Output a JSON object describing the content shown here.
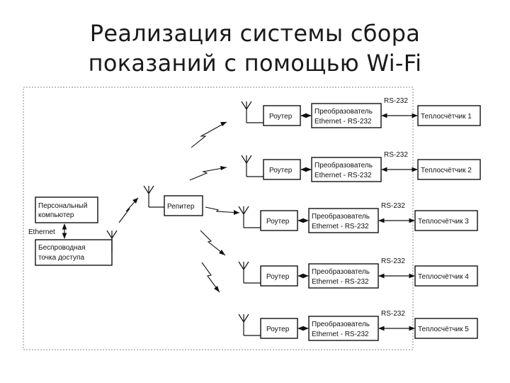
{
  "title": {
    "line1": "Реализация системы сбора",
    "line2": "показаний с помощью Wi-Fi"
  },
  "diagram": {
    "pc": {
      "line1": "Персональный",
      "line2": "компьютер"
    },
    "ethernet_label": "Ethernet",
    "access_point": {
      "line1": "Беспроводная",
      "line2": "точка доступа"
    },
    "repeater": "Репитер",
    "branches": [
      {
        "router": "Роутер",
        "converter_line1": "Преобразователь",
        "converter_line2": "Ethernet - RS-232",
        "link": "RS-232",
        "meter": "Теплосчётчик 1"
      },
      {
        "router": "Роутер",
        "converter_line1": "Преобразователь",
        "converter_line2": "Ethernet - RS-232",
        "link": "RS-232",
        "meter": "Теплосчётчик 2"
      },
      {
        "router": "Роутер",
        "converter_line1": "Преобразователь",
        "converter_line2": "Ethernet - RS-232",
        "link": "RS-232",
        "meter": "Теплосчётчик 3"
      },
      {
        "router": "Роутер",
        "converter_line1": "Преобразователь",
        "converter_line2": "Ethernet - RS-232",
        "link": "RS-232",
        "meter": "Теплосчётчик 4"
      },
      {
        "router": "Роутер",
        "converter_line1": "Преобразователь",
        "converter_line2": "Ethernet - RS-232",
        "link": "RS-232",
        "meter": "Теплосчётчик 5"
      }
    ]
  }
}
